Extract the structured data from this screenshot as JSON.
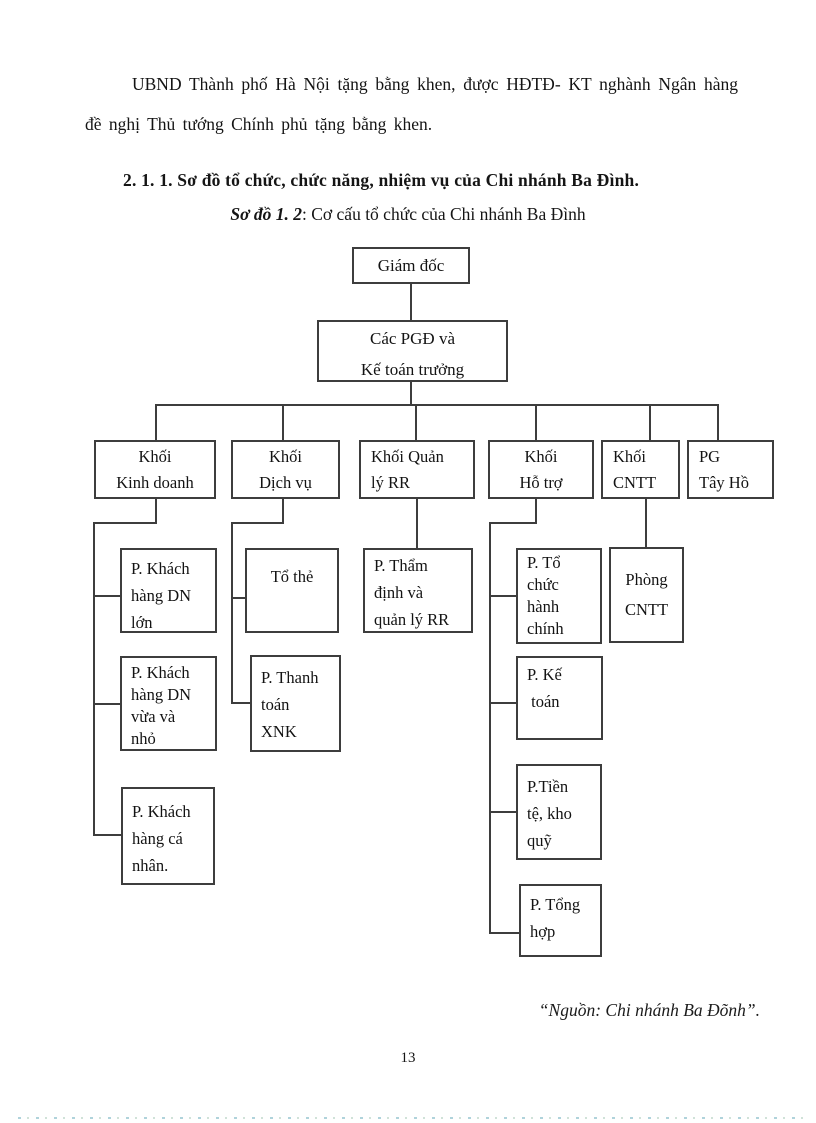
{
  "page": {
    "paragraph_lines": [
      "UBND Thành phố Hà Nội tặng bằng khen, được HĐTĐ- KT nghành Ngân hàng",
      "đề nghị Thủ tướng Chính phủ tặng bằng khen."
    ],
    "heading": "2. 1. 1. Sơ đồ tổ chức, chức năng, nhiệm vụ của Chi nhánh Ba Đình.",
    "caption": {
      "label": "Sơ đồ 1. 2",
      "text": ": Cơ cấu tổ chức của Chi nhánh Ba Đình"
    },
    "source_note": "“Nguồn: Chi nhánh Ba Đõnh”.",
    "page_number": "13"
  },
  "diagram": {
    "type": "org-chart",
    "title": "Cơ cấu tổ chức của Chi nhánh Ba Đình",
    "nodes": {
      "giam_doc": {
        "label": "Giám đốc",
        "parent": null
      },
      "pgd_kttr": {
        "label": "Các PGĐ và\nKế toán trưởng",
        "parent": "giam_doc"
      },
      "khoi_kinh_doanh": {
        "label": "Khối\nKinh doanh",
        "parent": "pgd_kttr"
      },
      "khoi_dich_vu": {
        "label": "Khối\nDịch vụ",
        "parent": "pgd_kttr"
      },
      "khoi_quan_ly_rr": {
        "label": "Khối Quản\nlý RR",
        "parent": "pgd_kttr"
      },
      "khoi_ho_tro": {
        "label": "Khối\nHỗ trợ",
        "parent": "pgd_kttr"
      },
      "khoi_cntt": {
        "label": "Khối\nCNTT",
        "parent": "pgd_kttr"
      },
      "pg_tay_ho": {
        "label": "PG\nTây Hồ",
        "parent": "pgd_kttr"
      },
      "p_khach_hang_dn_lon": {
        "label": "P. Khách\nhàng DN\nlớn",
        "parent": "khoi_kinh_doanh"
      },
      "p_khach_hang_dn_vua": {
        "label": "P. Khách\nhàng DN\nvừa và\nnhỏ",
        "parent": "khoi_kinh_doanh"
      },
      "p_khach_hang_ca_nhan": {
        "label": "P. Khách\nhàng cá\nnhân.",
        "parent": "khoi_kinh_doanh"
      },
      "to_the": {
        "label": "Tổ thẻ",
        "parent": "khoi_dich_vu"
      },
      "p_thanh_toan_xnk": {
        "label": "P. Thanh\ntoán\nXNK",
        "parent": "khoi_dich_vu"
      },
      "p_tham_dinh": {
        "label": "P. Thẩm\nđịnh và\nquản lý RR",
        "parent": "khoi_quan_ly_rr"
      },
      "p_to_chuc": {
        "label": "P. Tổ\nchức\nhành\nchính",
        "parent": "khoi_ho_tro"
      },
      "p_ke_toan": {
        "label": "P. Kế\n toán",
        "parent": "khoi_ho_tro"
      },
      "p_tien_te": {
        "label": "P.Tiền\ntệ, kho\nquỹ",
        "parent": "khoi_ho_tro"
      },
      "p_tong_hop": {
        "label": "P. Tổng\nhợp",
        "parent": "khoi_ho_tro"
      },
      "phong_cntt": {
        "label": "Phòng\nCNTT",
        "parent": "khoi_cntt"
      }
    },
    "line_color": "#3d3d3d"
  }
}
